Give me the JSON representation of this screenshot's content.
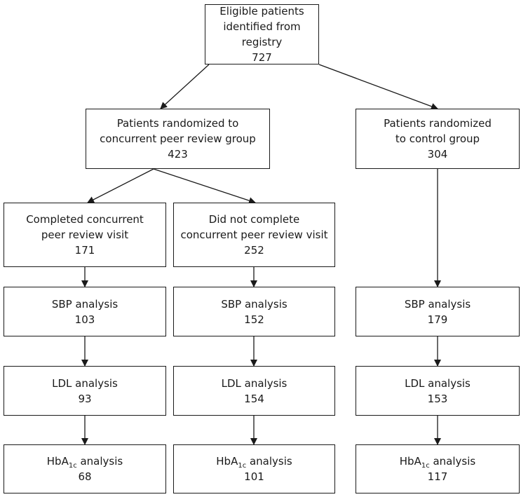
{
  "boxes": {
    "eligible": {
      "line1": "Eligible patients",
      "line2": "identified from registry",
      "count": "727"
    },
    "peer_group": {
      "line1": "Patients randomized to",
      "line2": "concurrent peer review group",
      "count": "423"
    },
    "control_group": {
      "line1": "Patients randomized",
      "line2": "to control group",
      "count": "304"
    },
    "completed": {
      "line1": "Completed concurrent",
      "line2": "peer review visit",
      "count": "171"
    },
    "not_completed": {
      "line1": "Did not complete",
      "line2": "concurrent peer review visit",
      "count": "252"
    },
    "sbp_completed": {
      "label": "SBP analysis",
      "count": "103"
    },
    "sbp_not_completed": {
      "label": "SBP analysis",
      "count": "152"
    },
    "sbp_control": {
      "label": "SBP analysis",
      "count": "179"
    },
    "ldl_completed": {
      "label": "LDL analysis",
      "count": "93"
    },
    "ldl_not_completed": {
      "label": "LDL analysis",
      "count": "154"
    },
    "ldl_control": {
      "label": "LDL analysis",
      "count": "153"
    },
    "hba1c_completed": {
      "label_main": "HbA",
      "label_sub": "1c",
      "label_rest": " analysis",
      "count": "68"
    },
    "hba1c_not_completed": {
      "label_main": "HbA",
      "label_sub": "1c",
      "label_rest": " analysis",
      "count": "101"
    },
    "hba1c_control": {
      "label_main": "HbA",
      "label_sub": "1c",
      "label_rest": " analysis",
      "count": "117"
    }
  }
}
